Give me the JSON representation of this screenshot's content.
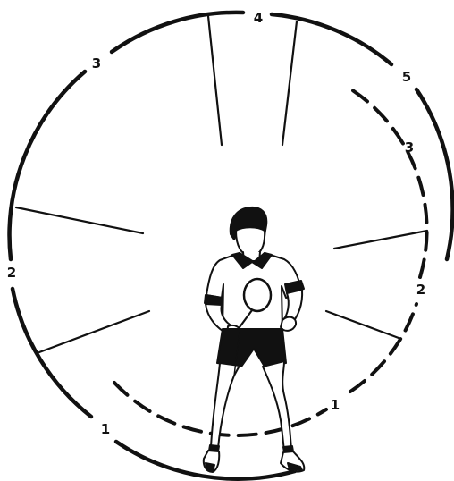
{
  "diagram": {
    "colors": {
      "ink": "#111111",
      "background": "#ffffff"
    },
    "outer_ring": {
      "labels": {
        "left_low": "1",
        "left_mid": "2",
        "left_high": "3",
        "top": "4",
        "right_high": "5"
      }
    },
    "inner_ring": {
      "labels": {
        "right_low": "1",
        "right_mid": "2",
        "right_high": "3"
      }
    }
  }
}
